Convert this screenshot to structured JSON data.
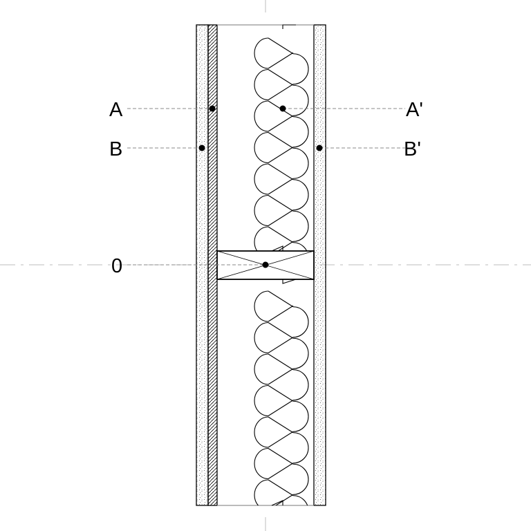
{
  "labels": {
    "a": "A",
    "a_prime": "A'",
    "b": "B",
    "b_prime": "B'",
    "origin": "0"
  },
  "colors": {
    "line": "#000000",
    "guide": "#9a9a9a",
    "background": "#ffffff"
  },
  "icons": {
    "sheathing": "stipple-hatch",
    "drywall": "diagonal-hatch",
    "insulation": "batt-loop",
    "stud": "cross-box"
  }
}
